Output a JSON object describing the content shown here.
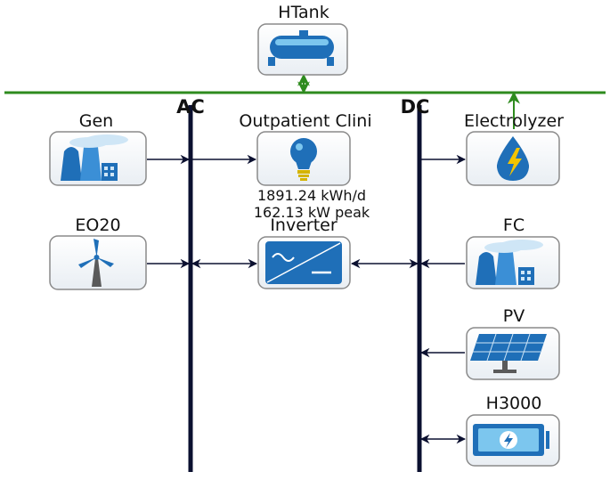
{
  "buses": {
    "ac_label": "AC",
    "dc_label": "DC"
  },
  "components": {
    "htank": {
      "label": "HTank",
      "icon": "hydrogen-tank-icon"
    },
    "gen": {
      "label": "Gen",
      "icon": "power-plant-icon"
    },
    "load": {
      "label": "Outpatient Clini",
      "icon": "light-bulb-icon",
      "energy": "1891.24 kWh/d",
      "peak": "162.13 kW peak"
    },
    "electrolyzer": {
      "label": "Electrolyzer",
      "icon": "electrolyzer-drop-icon"
    },
    "eo20": {
      "label": "EO20",
      "icon": "wind-turbine-icon"
    },
    "inverter": {
      "label": "Inverter",
      "icon": "inverter-icon"
    },
    "fc": {
      "label": "FC",
      "icon": "fuel-cell-plant-icon"
    },
    "pv": {
      "label": "PV",
      "icon": "solar-panel-icon"
    },
    "h3000": {
      "label": "H3000",
      "icon": "battery-storage-icon"
    }
  },
  "colors": {
    "bus": "#0b1030",
    "hydrogen_line": "#2e8b1e",
    "icon_blue": "#1f6fb8",
    "icon_light": "#7cc6ee",
    "box_border": "#8a8a8a"
  }
}
